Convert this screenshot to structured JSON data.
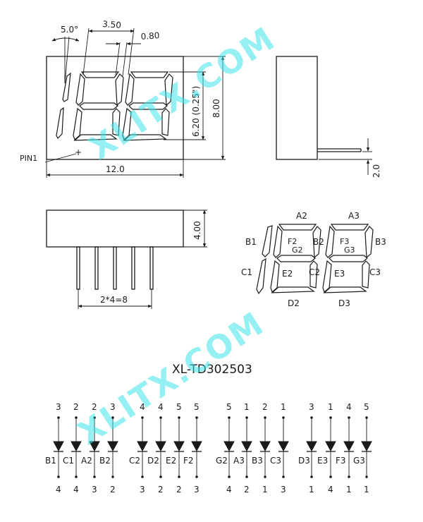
{
  "watermark": {
    "text": "XLITX.COM",
    "color": "#3ee3ea"
  },
  "top_view": {
    "angle": "5.0°",
    "digit_pitch": "3.50",
    "seg_width": "0.80",
    "height_label": "8.00",
    "digit_height": "6.20 (0.25\")",
    "width_label": "12.0",
    "pin1_label": "PIN1"
  },
  "side_view": {
    "pin_length": "2.0"
  },
  "bottom_view": {
    "body_height": "4.00",
    "pin_pitch": "2*4=8"
  },
  "segment_map": {
    "labels": [
      "A2",
      "A3",
      "B1",
      "B2",
      "B3",
      "F2",
      "F3",
      "G2",
      "G3",
      "C1",
      "C2",
      "C3",
      "E2",
      "E3",
      "D2",
      "D3"
    ]
  },
  "schematic": {
    "title": "XL-TD302503",
    "diodes": [
      {
        "top": "3",
        "label": "B1",
        "bottom": "4"
      },
      {
        "top": "2",
        "label": "C1",
        "bottom": "4"
      },
      {
        "top": "2",
        "label": "A2",
        "bottom": "3"
      },
      {
        "top": "3",
        "label": "B2",
        "bottom": "2"
      },
      {
        "top": "4",
        "label": "C2",
        "bottom": "3"
      },
      {
        "top": "4",
        "label": "D2",
        "bottom": "2"
      },
      {
        "top": "5",
        "label": "E2",
        "bottom": "2"
      },
      {
        "top": "5",
        "label": "F2",
        "bottom": "3"
      },
      {
        "top": "5",
        "label": "G2",
        "bottom": "4"
      },
      {
        "top": "1",
        "label": "A3",
        "bottom": "2"
      },
      {
        "top": "2",
        "label": "B3",
        "bottom": "1"
      },
      {
        "top": "1",
        "label": "C3",
        "bottom": "3"
      },
      {
        "top": "3",
        "label": "D3",
        "bottom": "1"
      },
      {
        "top": "1",
        "label": "E3",
        "bottom": "4"
      },
      {
        "top": "4",
        "label": "F3",
        "bottom": "1"
      },
      {
        "top": "5",
        "label": "G3",
        "bottom": "1"
      }
    ]
  }
}
